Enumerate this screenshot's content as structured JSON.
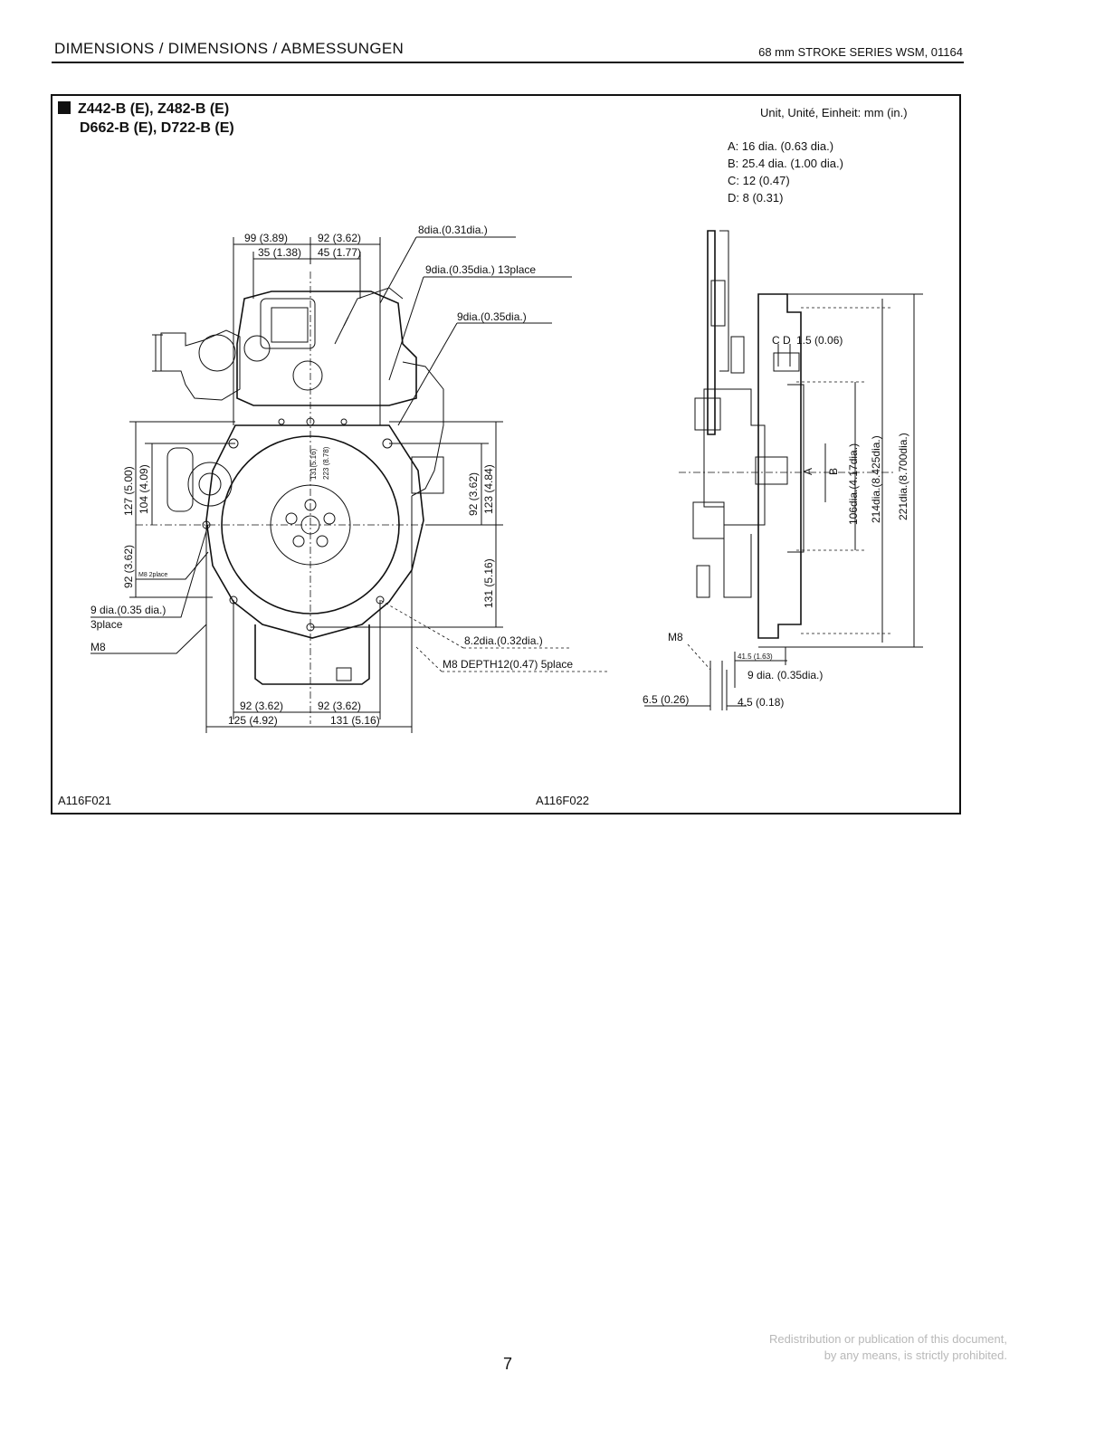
{
  "header": {
    "section_title": "DIMENSIONS / DIMENSIONS / ABMESSUNGEN",
    "series": "68 mm STROKE SERIES WSM, 01164"
  },
  "models": {
    "line1": "Z442-B (E), Z482-B (E)",
    "line2": "D662-B (E), D722-B (E)"
  },
  "unit_note": "Unit, Unité, Einheit: mm (in.)",
  "legend": [
    "A: 16 dia. (0.63 dia.)",
    "B: 25.4 dia. (1.00 dia.)",
    "C: 12 (0.47)",
    "D: 8 (0.31)"
  ],
  "front_view": {
    "figure_code": "A116F021",
    "dims": {
      "top_99": "99 (3.89)",
      "top_92": "92 (3.62)",
      "top_35": "35 (1.38)",
      "top_45": "45 (1.77)",
      "left_127": "127 (5.00)",
      "left_104": "104 (4.09)",
      "left_92": "92 (3.62)",
      "right_92": "92 (3.62)",
      "right_123": "123 (4.84)",
      "right_131": "131 (5.16)",
      "bottom_92a": "92 (3.62)",
      "bottom_92b": "92 (3.62)",
      "bottom_125": "125 (4.92)",
      "bottom_131": "131 (5.16)",
      "inner_131": "131(5.16)",
      "inner_223": "223 (8.78)",
      "m8_2place": "M8 2place"
    },
    "callouts": {
      "hole_8": "8dia.(0.31dia.)",
      "hole_9_13": "9dia.(0.35dia.) 13place",
      "hole_9": "9dia.(0.35dia.)",
      "hole_9_3a": "9 dia.(0.35 dia.)",
      "hole_9_3b": "3place",
      "m8": "M8",
      "hole_82": "8.2dia.(0.32dia.)",
      "m8_depth": "M8 DEPTH12(0.47) 5place"
    }
  },
  "side_view": {
    "figure_code": "A116F022",
    "labels": {
      "cd": "C D",
      "v15": "1.5 (0.06)",
      "a": "A",
      "b": "B",
      "dia106": "106dia.(4.17dia.)",
      "dia214": "214dia.(8.425dia.)",
      "dia221": "221dia.(8.700dia.)",
      "m8": "M8",
      "v415": "41.5 (1.63)",
      "dia9": "9 dia. (0.35dia.)",
      "v65": "6.5 (0.26)",
      "v45": "4.5 (0.18)"
    }
  },
  "footer": {
    "notice_line1": "Redistribution or publication of this document,",
    "notice_line2": "by any means, is strictly prohibited.",
    "page_number": "7"
  }
}
